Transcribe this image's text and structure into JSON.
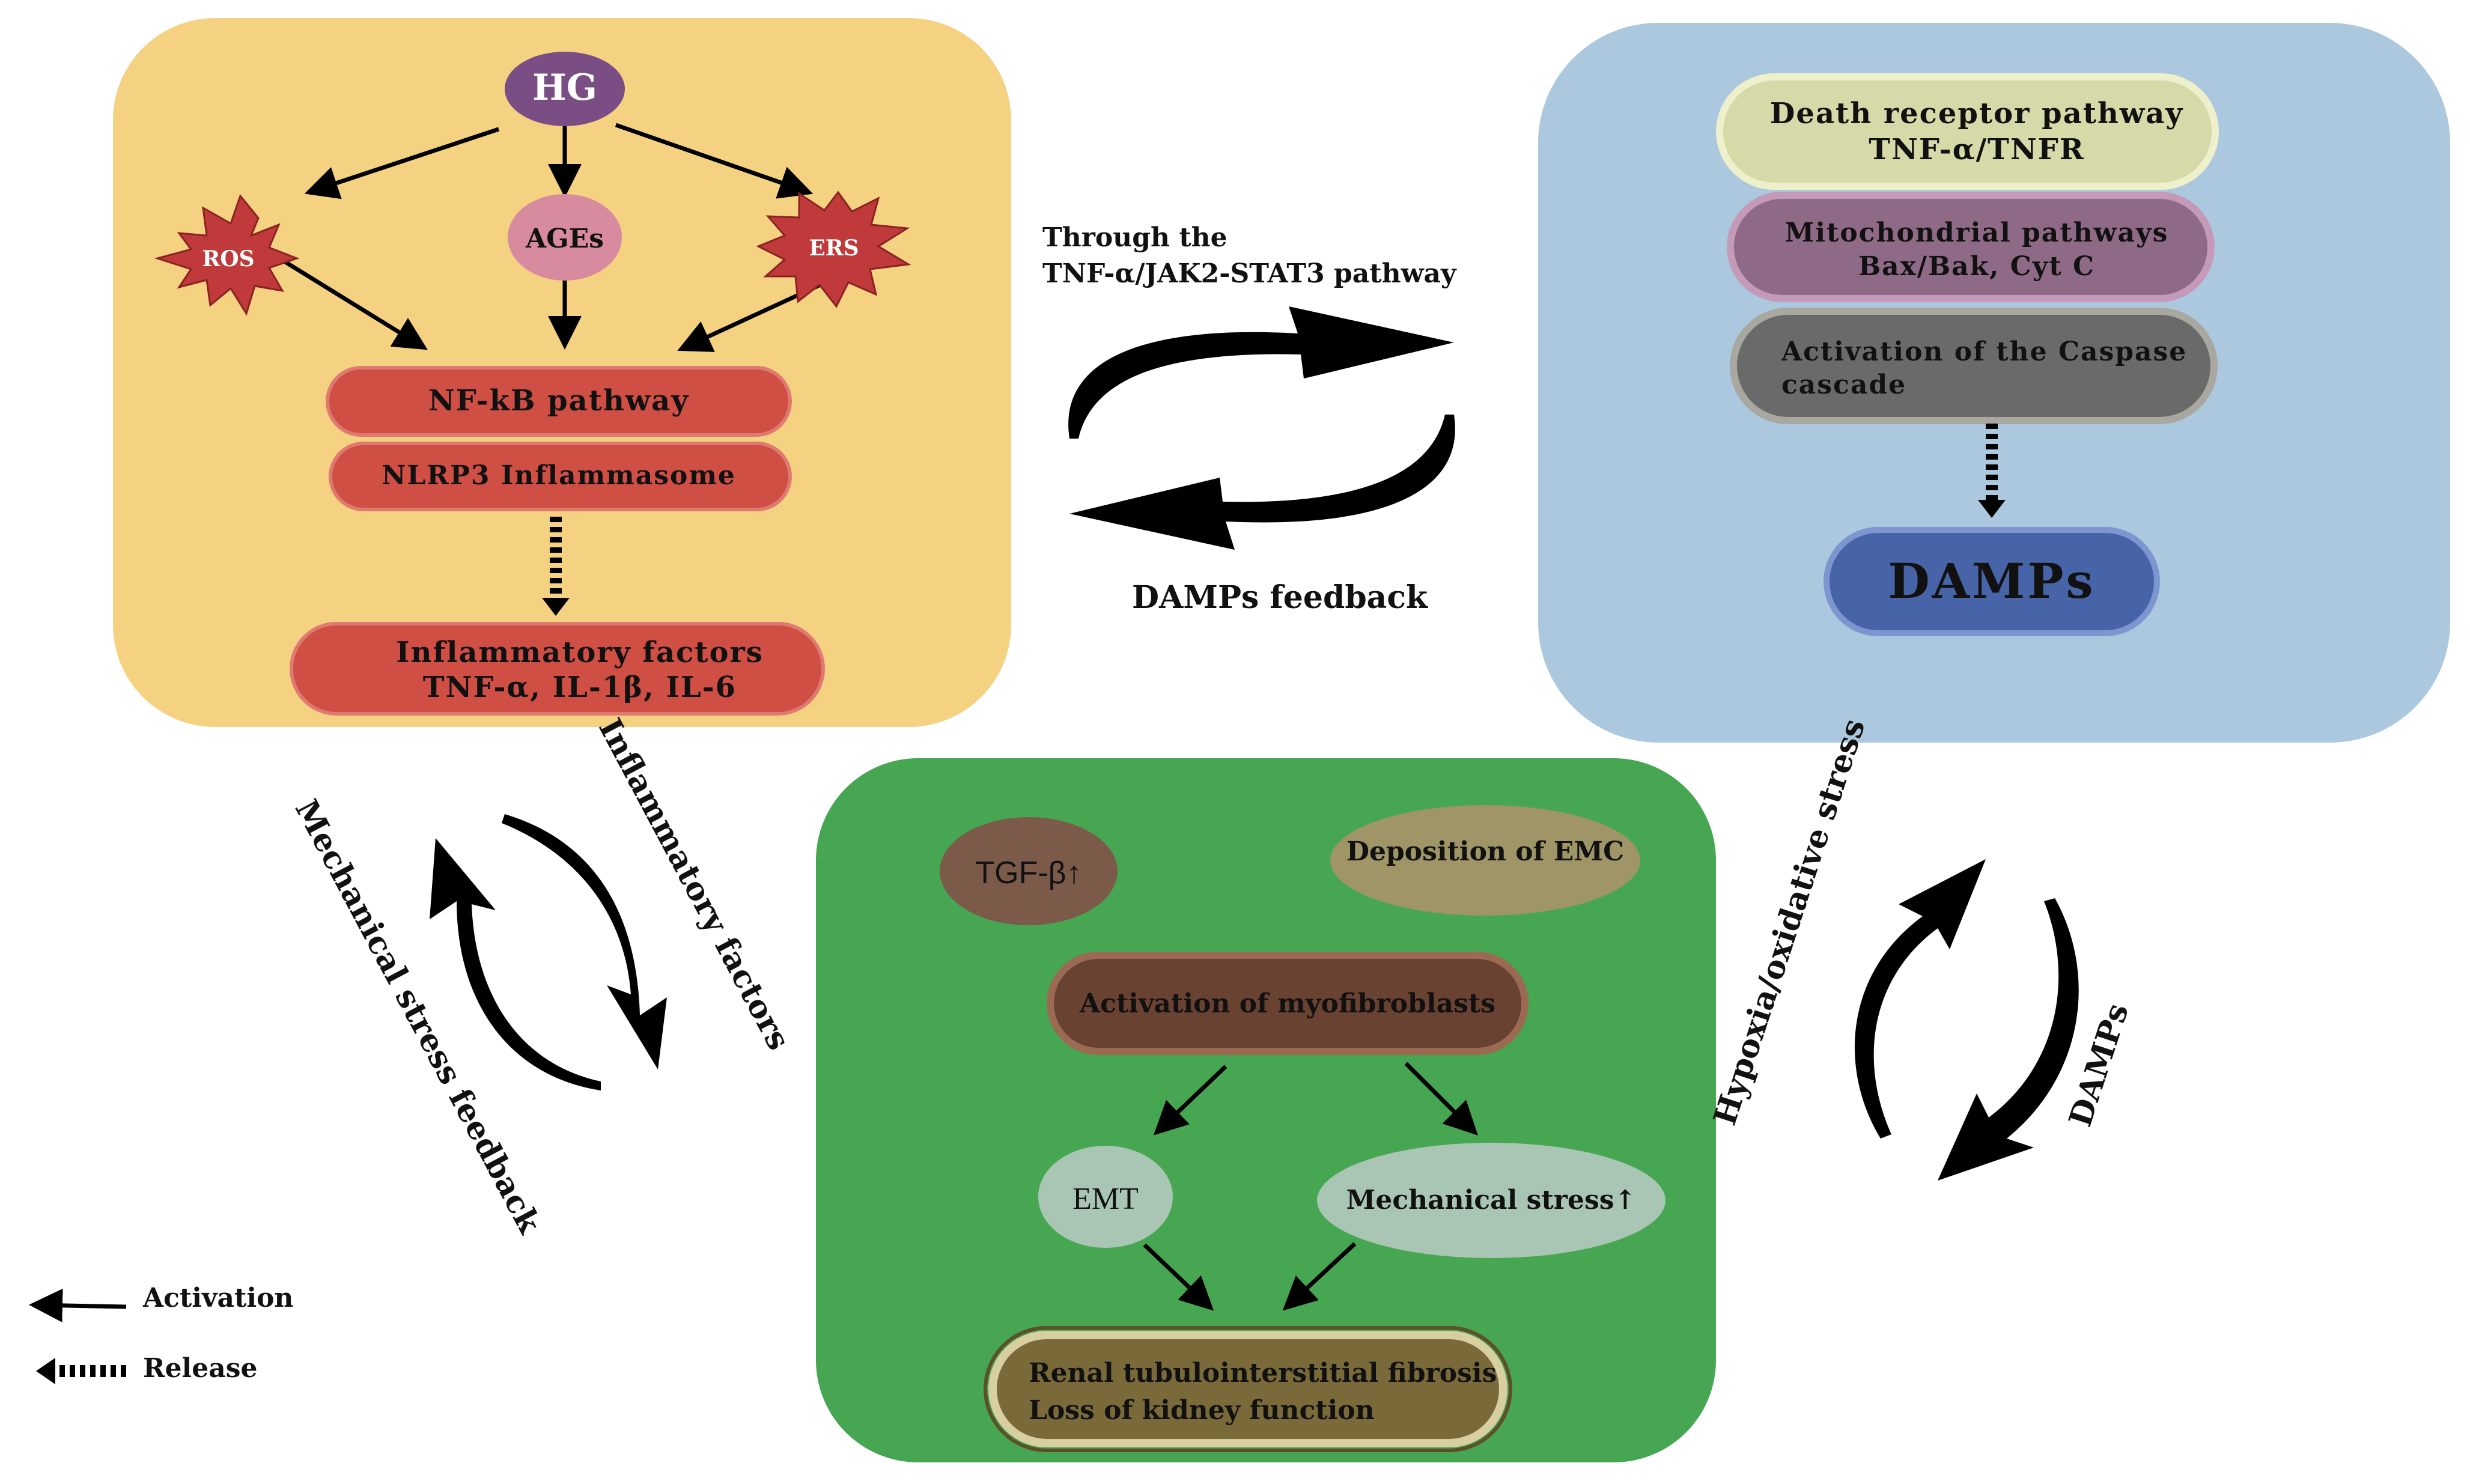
{
  "colors": {
    "panel_inflammation": "#f5d282",
    "panel_apoptosis": "#abc8de",
    "panel_fibrosis": "#47a651",
    "hg": "#7a4d85",
    "ros": "#c0393b",
    "ages": "#d88a9e",
    "ers": "#c0393b",
    "red_pill": "#cf4f45",
    "death_receptor": "#d6d9a8",
    "mitochondrial": "#8e6a86",
    "caspase": "#6a6a6a",
    "damps": "#4864a8",
    "tgf": "#7b5a4a",
    "emc": "#a09566",
    "myofibroblast": "#6a4232",
    "emt": "#a9c6b4",
    "mech_stress": "#a9c6b4",
    "renal": "#7a6a3a",
    "arrow": "#000000"
  },
  "inflammation_panel": {
    "hg": "HG",
    "ros": "ROS",
    "ages": "AGEs",
    "ers": "ERS",
    "nfkb": "NF-kB pathway",
    "nlrp3": "NLRP3 Inflammasome",
    "factors_line1": "Inflammatory factors",
    "factors_line2": "TNF-α, IL-1β, IL-6"
  },
  "apoptosis_panel": {
    "death_line1": "Death receptor pathway",
    "death_line2": "TNF-α/TNFR",
    "mito_line1": "Mitochondrial pathways",
    "mito_line2": "Bax/Bak, Cyt C",
    "caspase_line1": "Activation of the Caspase",
    "caspase_line2": "cascade",
    "damps": "DAMPs"
  },
  "fibrosis_panel": {
    "tgf": "TGF-β↑",
    "emc": "Deposition of EMC",
    "myofibroblasts": "Activation of myofibroblasts",
    "emt": "EMT",
    "mech_stress": "Mechanical stress↑",
    "renal_line1": "Renal tubulointerstitial fibrosis",
    "renal_line2": "Loss of kidney function"
  },
  "connectors": {
    "top_forward_line1": "Through the",
    "top_forward_line2": "TNF-α/JAK2-STAT3 pathway",
    "top_back": "DAMPs feedback",
    "left_down": "Inflammatory factors",
    "left_up": "Mechanical stress feedback",
    "right_up": "Hypoxia/oxidative stress",
    "right_down": "DAMPs"
  },
  "legend": {
    "activation": "Activation",
    "release": "Release"
  }
}
